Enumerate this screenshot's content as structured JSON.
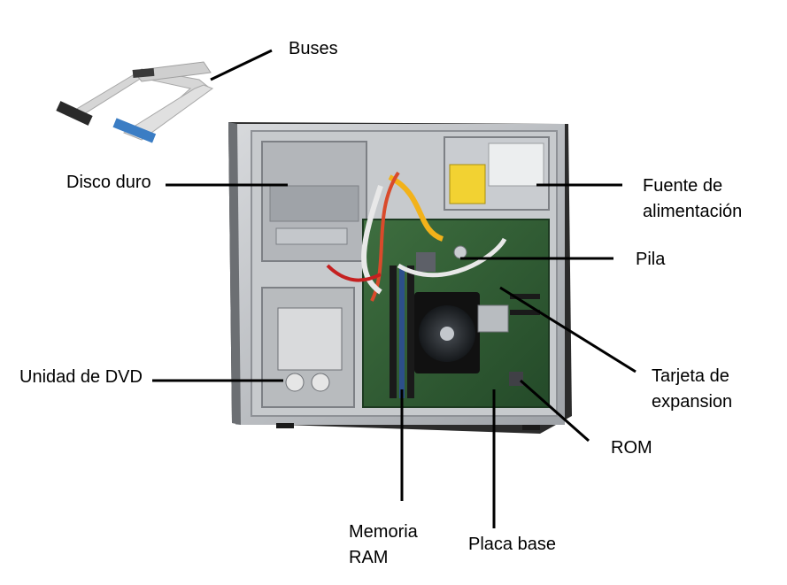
{
  "labels": {
    "buses": "Buses",
    "disco_duro": "Disco duro",
    "fuente": "Fuente de\nalimentación",
    "pila": "Pila",
    "unidad_dvd": "Unidad de DVD",
    "tarjeta": "Tarjeta de\nexpansion",
    "rom": "ROM",
    "memoria": "Memoria\nRAM",
    "placa": "Placa base"
  },
  "colors": {
    "leader_line": "#000000",
    "case_steel": "#b9bcc0",
    "motherboard": "#2f5d33",
    "ribbon_cable": "#d4d4d4",
    "ide_connector_blue": "#3b7dc4"
  },
  "icons": {
    "ribbon_cable": "ide-ribbon-cable-icon",
    "pc_case": "pc-case-interior-icon"
  }
}
